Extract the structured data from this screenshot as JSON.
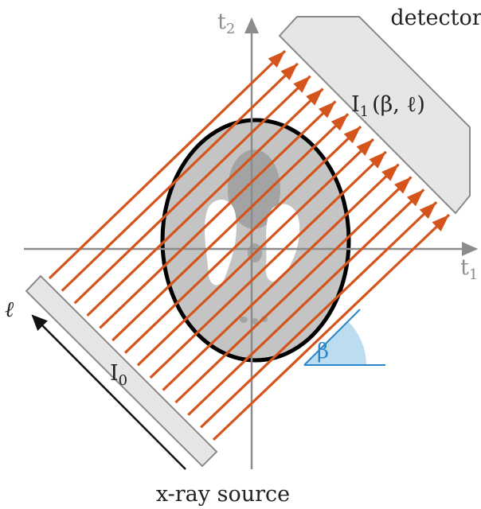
{
  "labels": {
    "detector": "detector",
    "source": "x-ray source",
    "axis_t1": "t",
    "axis_t1_sub": "1",
    "axis_t2": "t",
    "axis_t2_sub": "2",
    "intensity_out": "I",
    "intensity_out_sub": "1",
    "intensity_out_args": "(β, ℓ)",
    "intensity_in": "I",
    "intensity_in_sub": "0",
    "angle": "β",
    "offset": "ℓ"
  },
  "colors": {
    "ray": "#d4541c",
    "axis": "#8c8c8c",
    "detector_fill": "#e6e6e6",
    "detector_stroke": "#8a8a8a",
    "phantom_outline": "#000000",
    "phantom_fill": "#bfbfbf",
    "phantom_inner": "#a9a9a9",
    "phantom_light": "#ffffff",
    "angle_fill": "#bcdcf0",
    "angle_stroke": "#2a86c8",
    "text": "#222222"
  },
  "ray_count": 14
}
